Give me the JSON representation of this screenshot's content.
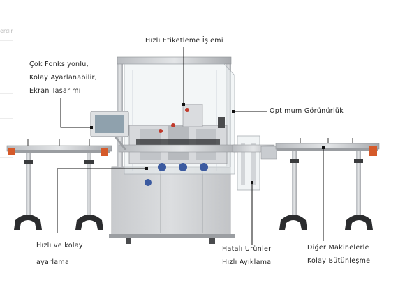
{
  "callouts": {
    "etiketleme": "Hızlı Etiketleme İşlemi",
    "ekran": [
      "Çok Fonksiyonlu,",
      "Kolay Ayarlanabilir,",
      "Ekran Tasarımı"
    ],
    "gorunurluk": "Optimum Görünürlük",
    "ayarlama": [
      "Hızlı ve kolay",
      "ayarlama"
    ],
    "ayiklama": [
      "Hatalı Ürünleri",
      "Hızlı Ayıklama"
    ],
    "butunlesme": [
      "Diğer Makinelerle",
      "Kolay Bütünleşme"
    ]
  },
  "left_fragment": "erdir"
}
